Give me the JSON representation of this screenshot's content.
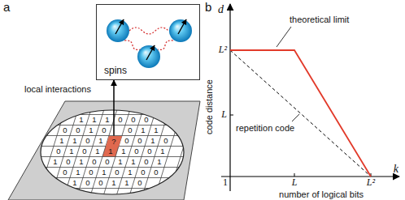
{
  "diagram": {
    "nodes": [
      {
        "text": [
          "spins"
        ]
      },
      {
        "text": [
          "?"
        ]
      }
    ],
    "edges": [
      {
        "from": 1,
        "to": 0,
        "arrow": "to"
      }
    ],
    "labels": [
      "a",
      "local interactions",
      "b",
      "d",
      "code distance",
      "L²",
      "L",
      "1",
      "L",
      "L²",
      "k",
      "number of logical bits",
      "theoretical limit",
      "repetition code",
      "1",
      "1",
      "1",
      "0",
      "0",
      "0",
      "0",
      "0",
      "1",
      "0",
      "0",
      "1",
      "1",
      "1",
      "1",
      "0",
      "1",
      "0",
      "0",
      "1",
      "0",
      "0",
      "1",
      "0",
      "1",
      "1",
      "1",
      "0",
      "0",
      "1",
      "1",
      "0",
      "1",
      "0",
      "0",
      "1",
      "1",
      "0",
      "1",
      "0",
      "1",
      "0",
      "1",
      "0",
      "1",
      "0",
      "0",
      "1",
      "0",
      "0",
      "1",
      "1",
      "0"
    ]
  }
}
